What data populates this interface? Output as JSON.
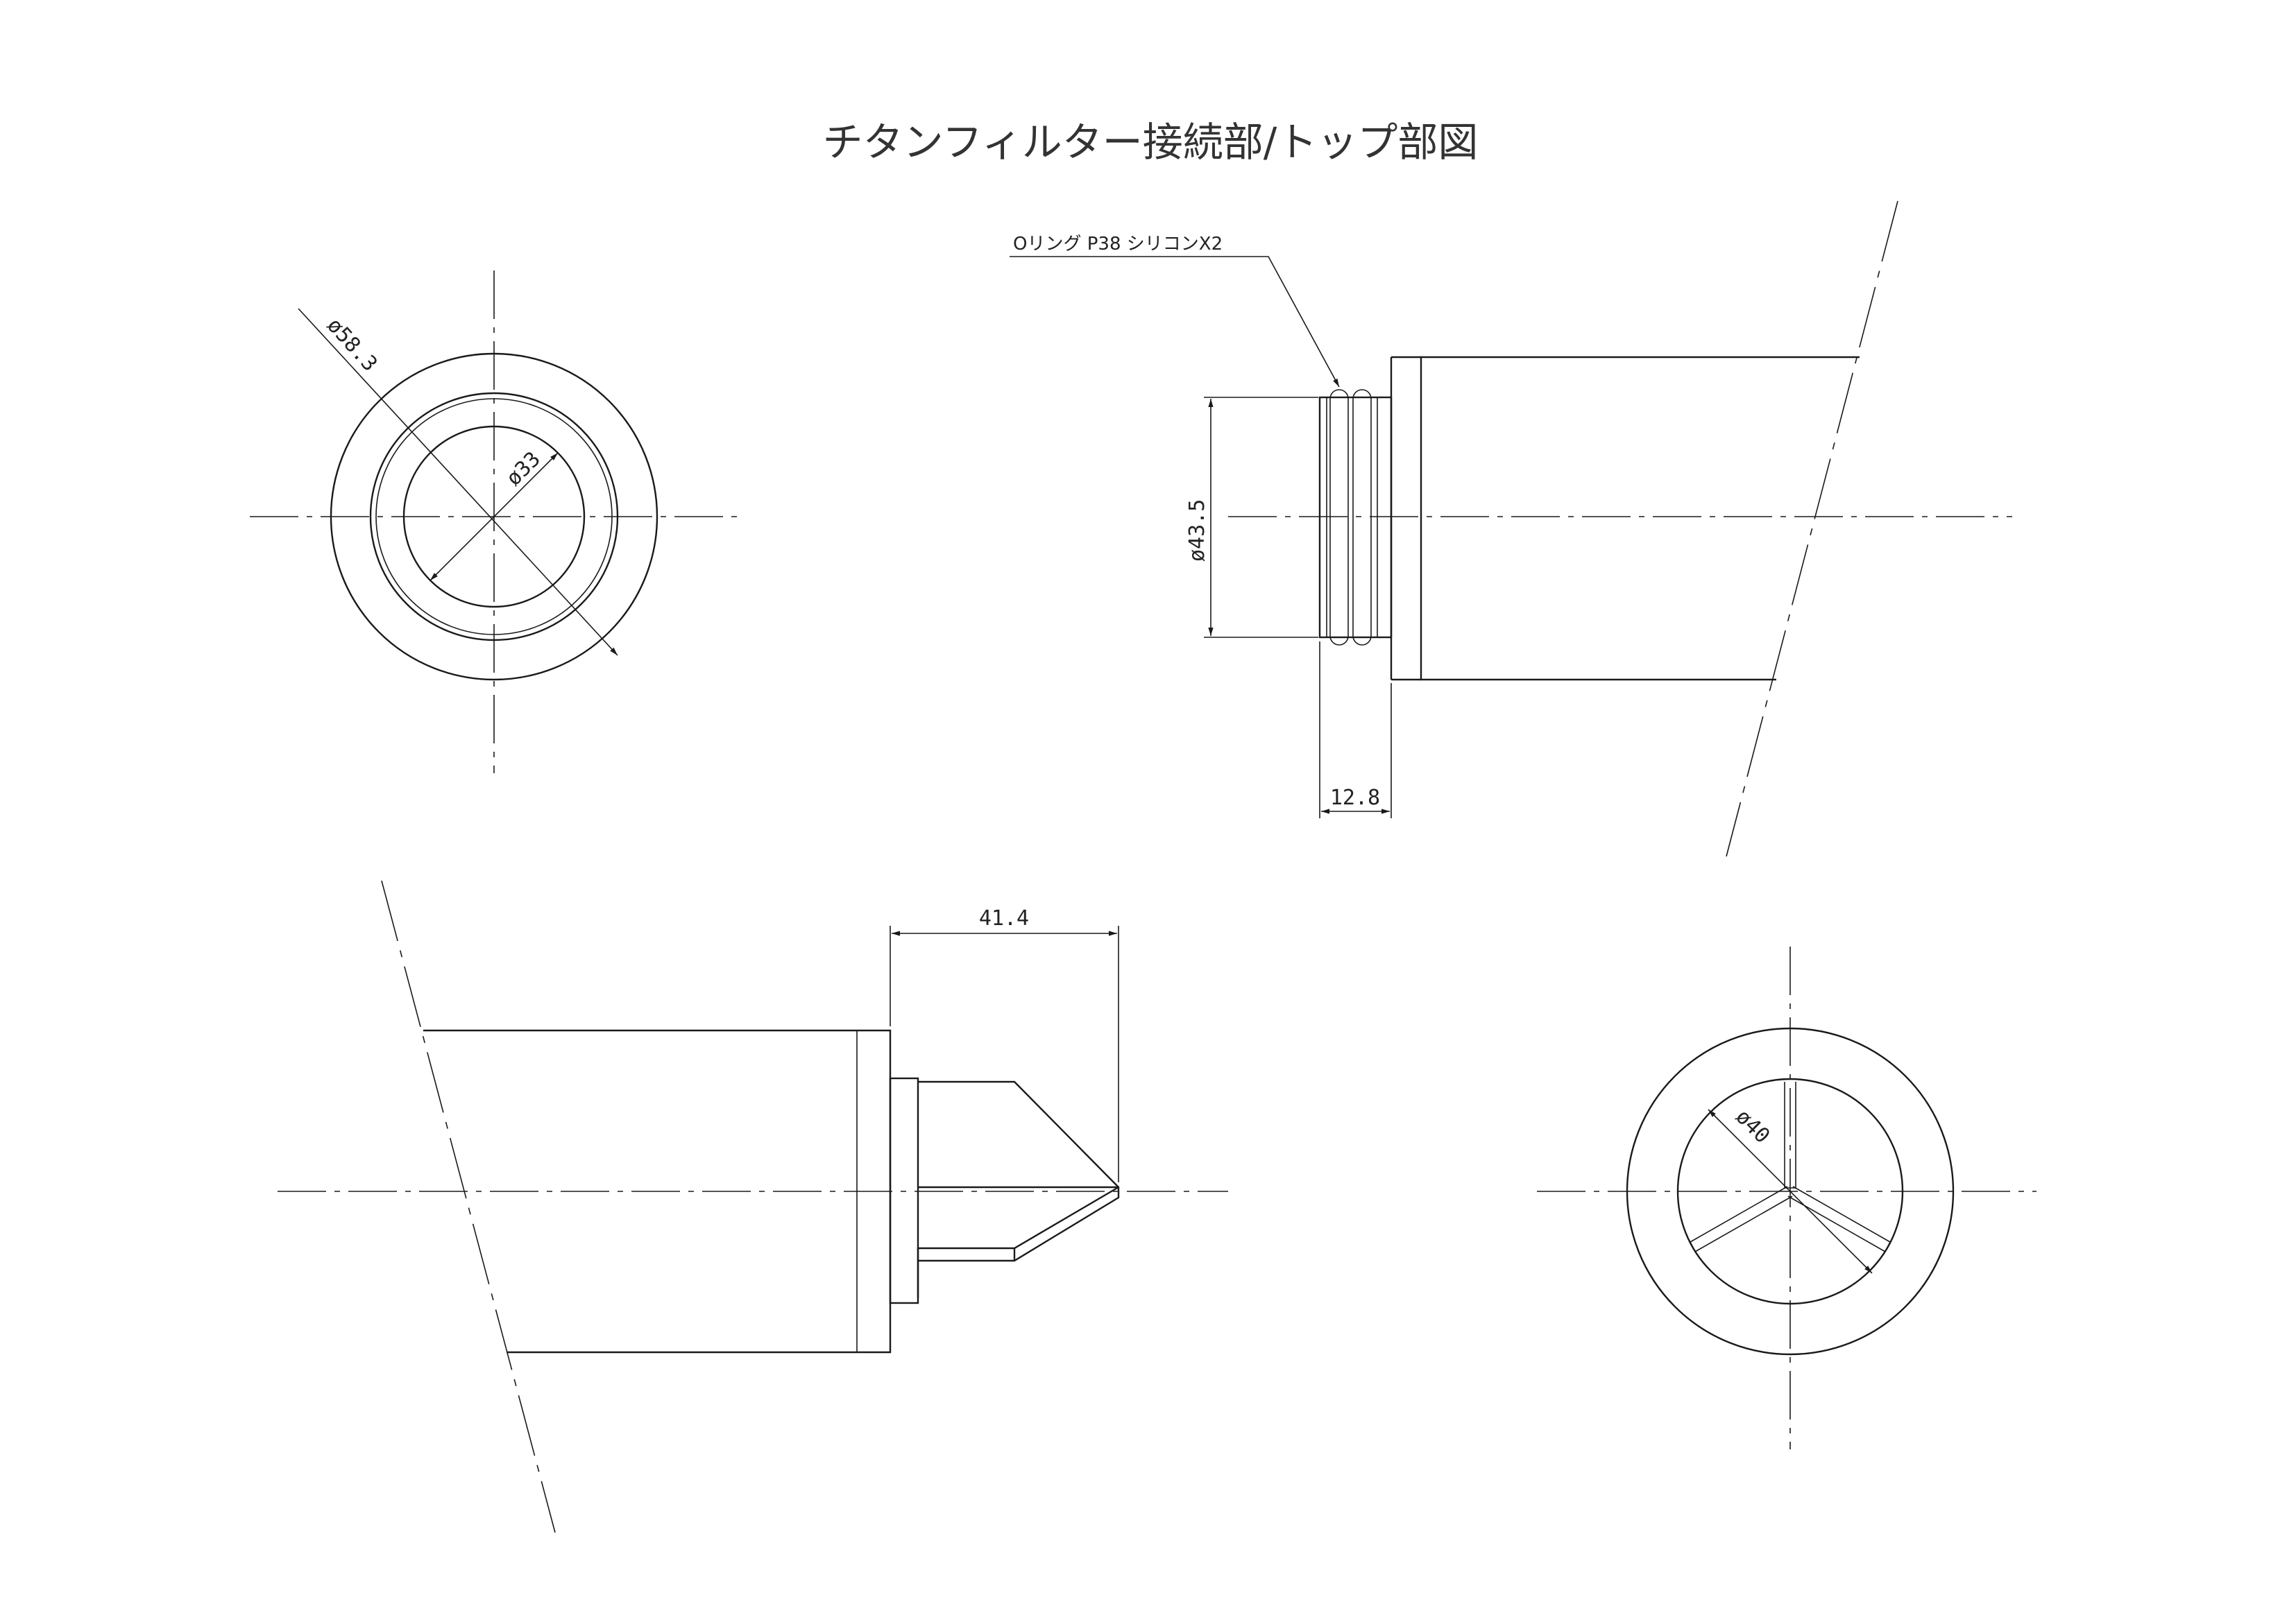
{
  "title": "チタンフィルター接続部/トップ部図",
  "callout": "Oリング P38 シリコンX2",
  "dimensions": {
    "outer_dia": "ø58.3",
    "inner_dia": "ø33",
    "neck_dia": "ø43.5",
    "neck_length": "12.8",
    "tip_length": "41.4",
    "bore_dia": "ø40"
  }
}
